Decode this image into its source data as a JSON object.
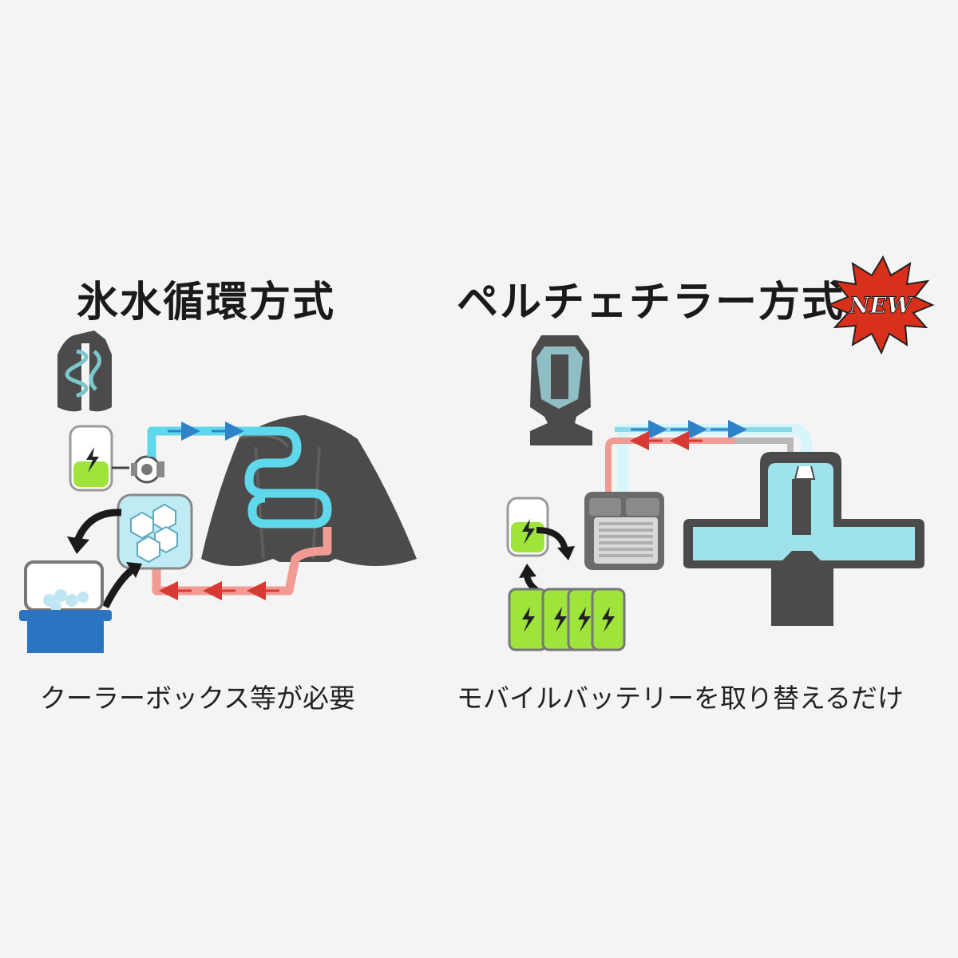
{
  "left": {
    "title": "氷水循環方式",
    "caption": "クーラーボックス等が必要"
  },
  "right": {
    "title": "ペルチェチラー方式",
    "badge": "NEW",
    "caption": "モバイルバッテリーを取り替えるだけ"
  },
  "colors": {
    "cold_pipe": "#5fd8ec",
    "warm_pipe": "#f19b94",
    "battery_green": "#9ee43a",
    "ice_box": "#bfecf4",
    "cooler_blue": "#2b74c2",
    "garment_dark": "#4b4b4b",
    "badge_red": "#d9301c"
  },
  "icons": [
    "vest-icon",
    "battery-icon",
    "pump-icon",
    "ice-cubes-icon",
    "cooler-box-icon",
    "peltier-unit-icon",
    "lightning-icon"
  ]
}
